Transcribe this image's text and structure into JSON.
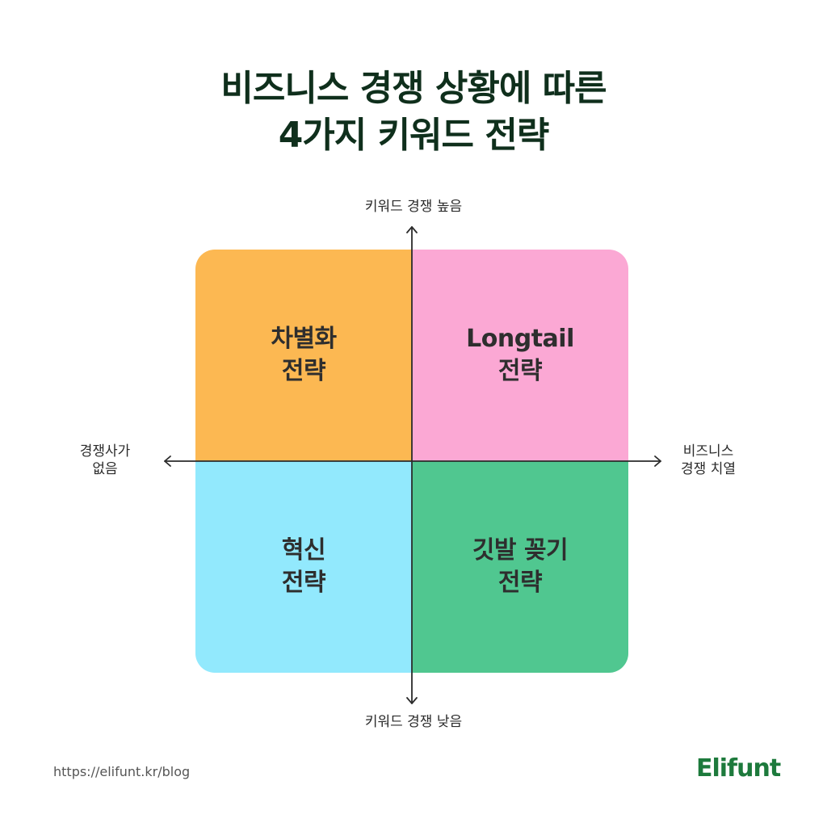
{
  "title": {
    "line1": "비즈니스 경쟁 상황에 따른",
    "line2": "4가지 키워드 전략"
  },
  "axes": {
    "top": "키워드 경쟁 높음",
    "bottom": "키워드 경쟁 낮음",
    "left": [
      "경쟁사가",
      "없음"
    ],
    "right": [
      "비즈니스",
      "경쟁 치열"
    ]
  },
  "quadrants": {
    "top_left": {
      "lines": [
        "차별화",
        "전략"
      ],
      "color": "#fcb852"
    },
    "top_right": {
      "lines": [
        "Longtail",
        "전략"
      ],
      "color": "#fba8d4"
    },
    "bottom_left": {
      "lines": [
        "혁신",
        "전략"
      ],
      "color": "#92e9fd"
    },
    "bottom_right": {
      "lines": [
        "깃발 꽂기",
        "전략"
      ],
      "color": "#50c790"
    }
  },
  "footer": {
    "url": "https://elifunt.kr/blog",
    "logo": "Elifunt"
  },
  "colors": {
    "title": "#0f2f1c",
    "axis": "#2b2b2b",
    "brand": "#1d7a3c"
  }
}
